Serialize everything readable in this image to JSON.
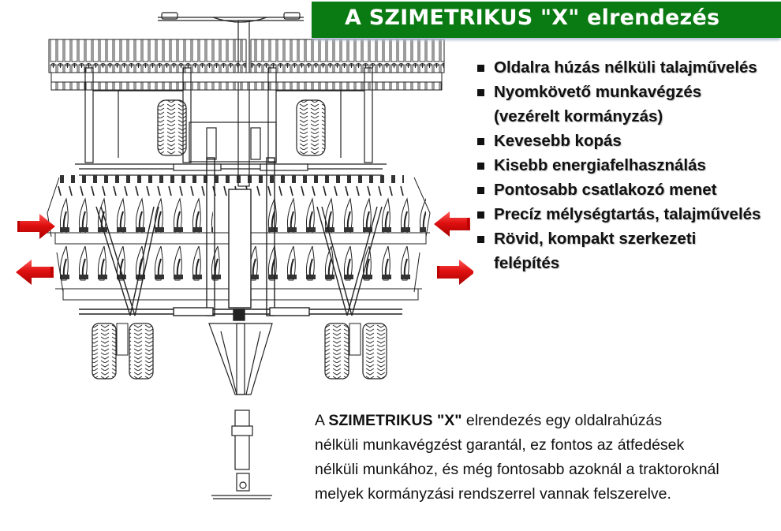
{
  "slide": {
    "title": "A SZIMETRIKUS \"X\" elrendezés",
    "banner_color": "#0a7a12",
    "bullets": [
      {
        "text": "Oldalra húzás nélküli talajművelés"
      },
      {
        "text": "Nyomkövető munkavégzés",
        "continuation": "(vezérelt kormányzás)"
      },
      {
        "text": "Kevesebb kopás"
      },
      {
        "text": "Kisebb energiafelhasználás"
      },
      {
        "text": "Pontosabb csatlakozó menet"
      },
      {
        "text": "Precíz mélységtartás, talajművelés"
      },
      {
        "text": "Rövid, kompakt szerkezeti",
        "continuation": "felépítés"
      }
    ],
    "paragraph": {
      "prefix": "A ",
      "bold": "SZIMETRIKUS \"X\"",
      "line1_rest": " elrendezés egy oldalrahúzás",
      "line2": "nélküli munkavégzést garantál, ez fontos az átfedések",
      "line3": "nélküli munkához, és még fontosabb azoknál a traktoroknál",
      "line4": "melyek kormányzási rendszerrel vannak felszerelve."
    }
  },
  "diagram": {
    "description": "Top-view line drawing of a symmetric X-arrangement disc harrow / cultivator",
    "arrow_color": "#e01010",
    "arrows": [
      {
        "position": "left-upper",
        "direction": "right"
      },
      {
        "position": "left-lower",
        "direction": "left"
      },
      {
        "position": "right-upper",
        "direction": "left"
      },
      {
        "position": "right-lower",
        "direction": "right"
      }
    ]
  }
}
